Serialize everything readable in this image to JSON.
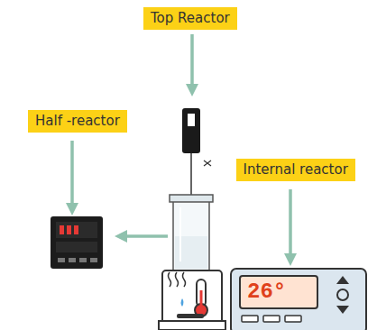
{
  "diagram": {
    "nodes": [
      {
        "text": [
          "Top Reactor"
        ]
      },
      {
        "text": [
          "Half -reactor"
        ]
      },
      {
        "text": [
          "Internal reactor"
        ]
      }
    ],
    "labels": [
      "26°"
    ]
  }
}
